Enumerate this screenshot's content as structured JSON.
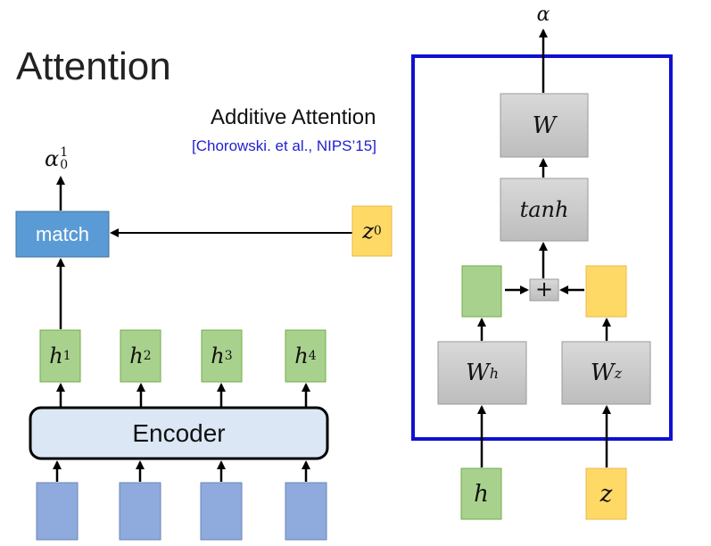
{
  "title": "Attention",
  "subtitle": "Additive Attention",
  "citation": "[Chorowski. et al., NIPS’15]",
  "left": {
    "output": {
      "base": "α",
      "sub": "0",
      "sup": "1"
    },
    "match_label": "match",
    "query": {
      "base": "z",
      "sup": "0"
    },
    "hidden_states": [
      {
        "base": "h",
        "sup": "1"
      },
      {
        "base": "h",
        "sup": "2"
      },
      {
        "base": "h",
        "sup": "3"
      },
      {
        "base": "h",
        "sup": "4"
      }
    ],
    "encoder_label": "Encoder",
    "input_count": 4
  },
  "right": {
    "output_label": "α",
    "w_label": "W",
    "tanh_label": "tanh",
    "plus_label": "+",
    "wh": {
      "base": "W",
      "sup": "h"
    },
    "wz": {
      "base": "W",
      "sup": "z"
    },
    "h_label": "h",
    "z_label": "z"
  },
  "colors": {
    "match_blue": "#5b9bd5",
    "green": "#a9d18e",
    "yellow": "#ffd966",
    "input_blue": "#8faadc",
    "grey": "#c9c9c9",
    "frame_blue": "#1010d0",
    "encoder_fill": "#dbe7f5"
  }
}
